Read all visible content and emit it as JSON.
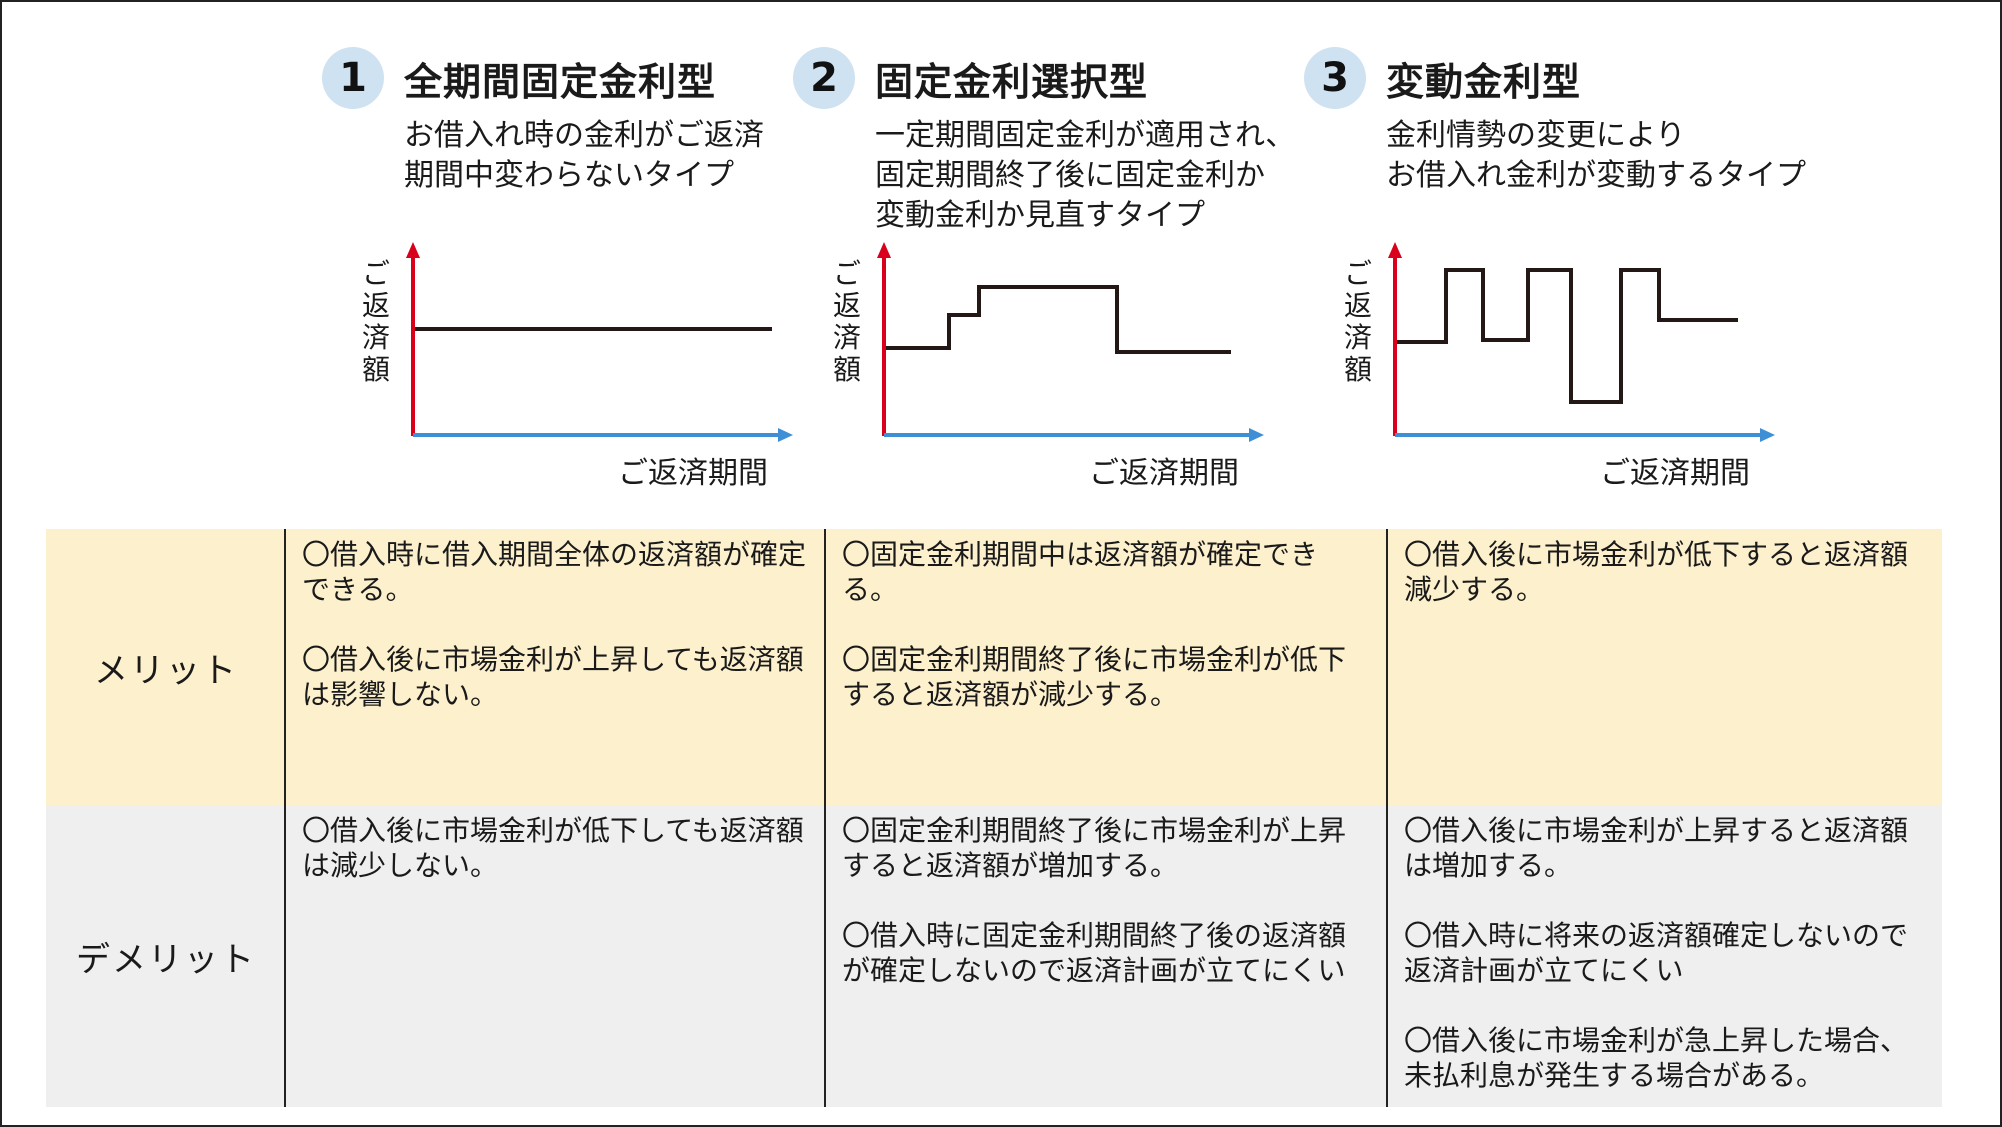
{
  "types": [
    {
      "number": "1",
      "title": "全期間固定金利型",
      "desc": [
        "お借入れ時の金利がご返済",
        "期間中変わらないタイプ"
      ]
    },
    {
      "number": "2",
      "title": "固定金利選択型",
      "desc": [
        "一定期間固定金利が適用され、",
        "固定期間終了後に固定金利か",
        "変動金利か見直すタイプ"
      ]
    },
    {
      "number": "3",
      "title": "変動金利型",
      "desc": [
        "金利情勢の変更により",
        "お借入れ金利が変動するタイプ"
      ]
    }
  ],
  "axes": {
    "y_label": "ご返済額",
    "x_label": "ご返済期間"
  },
  "colors": {
    "y_axis": "#d9001b",
    "x_axis": "#3f8fd6",
    "line": "#231815",
    "merit_bg": "#fdf0cc",
    "demerit_bg": "#efefef",
    "circle": "#cfe2f2"
  },
  "table": {
    "merit_label": "メリット",
    "demerit_label": "デメリット",
    "merit": [
      [
        "〇借入時に借入期間全体の返済額が確定できる。",
        "〇借入後に市場金利が上昇しても返済額は影響しない。"
      ],
      [
        "〇固定金利期間中は返済額が確定できる。",
        "〇固定金利期間終了後に市場金利が低下すると返済額が減少する。"
      ],
      [
        "〇借入後に市場金利が低下すると返済額減少する。"
      ]
    ],
    "demerit": [
      [
        "〇借入後に市場金利が低下しても返済額は減少しない。"
      ],
      [
        "〇固定金利期間終了後に市場金利が上昇すると返済額が増加する。",
        "〇借入時に固定金利期間終了後の返済額が確定しないので返済計画が立てにくい"
      ],
      [
        "〇借入後に市場金利が上昇すると返済額は増加する。",
        "〇借入時に将来の返済額確定しないので返済計画が立てにくい",
        "〇借入後に市場金利が急上昇した場合、未払利息が発生する場合がある。"
      ]
    ]
  }
}
